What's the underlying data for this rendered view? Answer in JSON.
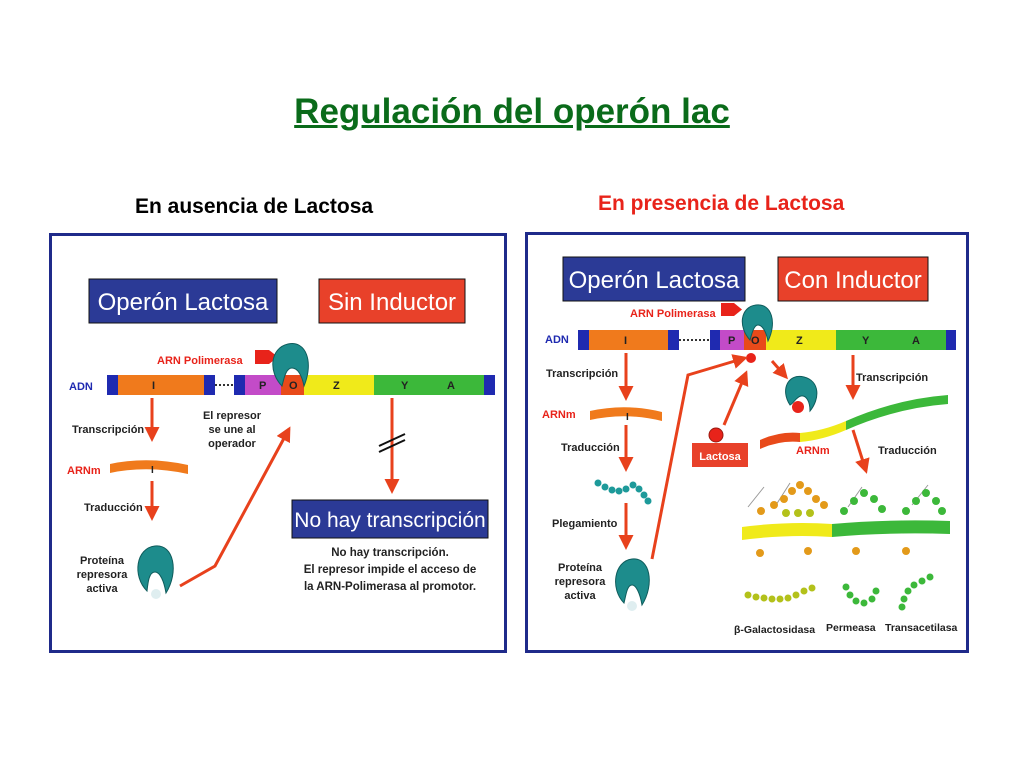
{
  "title": "Regulación del operón lac",
  "left": {
    "subtitle": "En ausencia de Lactosa",
    "box_operon": "Operón Lactosa",
    "box_condition": "Sin Inductor",
    "arn_polimerasa": "ARN Polimerasa",
    "adn": "ADN",
    "genes": [
      "I",
      "P",
      "O",
      "Z",
      "Y",
      "A"
    ],
    "transcripcion": "Transcripción",
    "arnm": "ARNm",
    "arnm_gene": "I",
    "traduccion": "Traducción",
    "proteina": [
      "Proteína",
      "represora",
      "activa"
    ],
    "represor_note": [
      "El represor",
      "se une al",
      "operador"
    ],
    "no_transcripcion_box": "No hay transcripción",
    "no_transcripcion_text": [
      "No hay transcripción.",
      "El represor impide el acceso de",
      "la ARN-Polimerasa al promotor."
    ]
  },
  "right": {
    "subtitle": "En presencia de Lactosa",
    "box_operon": "Operón Lactosa",
    "box_condition": "Con Inductor",
    "arn_polimerasa": "ARN Polimerasa",
    "adn": "ADN",
    "genes": [
      "I",
      "P",
      "O",
      "Z",
      "Y",
      "A"
    ],
    "transcripcion_left": "Transcripción",
    "transcripcion_right": "Transcripción",
    "arnm_left": "ARNm",
    "arnm_gene": "I",
    "arnm_right": "ARNm",
    "traduccion_left": "Traducción",
    "traduccion_right": "Traducción",
    "plegamiento": "Plegamiento",
    "lactosa": "Lactosa",
    "proteina": [
      "Proteína",
      "represora",
      "activa"
    ],
    "products": [
      "β-Galactosidasa",
      "Permeasa",
      "Transacetilasa"
    ]
  },
  "colors": {
    "title": "#0a6b1a",
    "panel_border": "#1f2a8a",
    "box_blue": "#2b3a96",
    "box_red": "#e8412a",
    "arrow": "#e8411c",
    "gene_I": "#f07a1c",
    "gene_P": "#c34bc8",
    "gene_O": "#e84a1a",
    "gene_Z": "#f0ea1a",
    "gene_YA": "#3cb83a",
    "dna_cap": "#1f2ab0",
    "repressor": "#1d8c8c"
  },
  "icons": [
    "arn-polimerasa-flag-icon",
    "repressor-protein-icon",
    "blocked-arrow-icon",
    "lactose-molecule-icon"
  ]
}
